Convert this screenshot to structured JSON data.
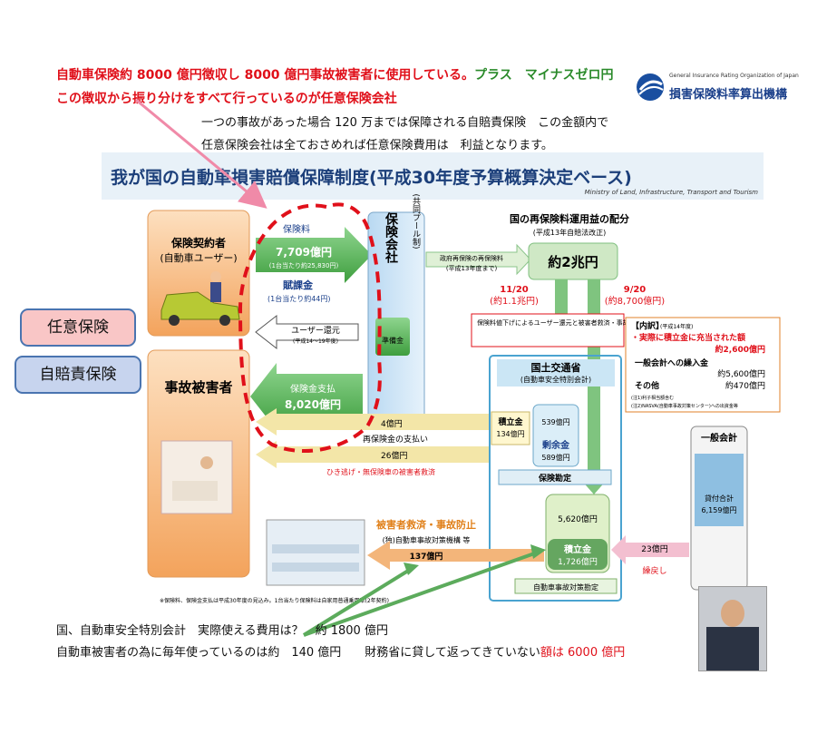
{
  "top_annotation": {
    "line1_red": "自動車保険約 8000 億円徴収し 8000 億円事故被害者に使用している。",
    "line1_green": "プラス　マイナスゼロ円",
    "line2_red": "この徴収から振り分けをすべて行っているのが任意保険会社",
    "line3": "一つの事故があった場合 120 万までは保障される自賠責保険　この金額内で",
    "line4": "任意保険会社は全ておさめれば任意保険費用は　利益となります。"
  },
  "logo": {
    "org_en": "General Insurance Rating Organization of Japan",
    "org_jp": "損害保険料率算出機構"
  },
  "tags": {
    "voluntary": "任意保険",
    "compulsory": "自賠責保険"
  },
  "diagram": {
    "title": "我が国の自動車損害賠償保障制度(平成30年度予算概算決定ベース)",
    "ministry": "Ministry of Land, Infrastructure, Transport and Tourism",
    "policyholder": "保険契約者",
    "policyholder_sub": "(自動車ユーザー)",
    "premium_label": "保険料",
    "premium_value": "7,709億円",
    "premium_note": "(1台当たり約25,830円)",
    "levy_label": "賦課金",
    "levy_note": "(1台当たり約44円)",
    "user_refund": "ユーザー還元",
    "user_refund_note": "(平成14〜19年度)",
    "insurer_vertical": "保険会社",
    "pool_vertical": "(共同プール制)",
    "reserve_small": "準備金",
    "victim": "事故被害者",
    "payout_label": "保険金支払",
    "payout_value": "8,020億円",
    "govt_payment_value": "4億円",
    "govt_payment_label": "再保険金の支払い",
    "hitnrun_value": "26億円",
    "hitnrun_label": "ひき逃げ・無保険車の被害者救済",
    "reinsurance_title": "国の再保険料運用益の配分",
    "reinsurance_sub": "(平成13年自賠法改正)",
    "reinsurance_flow": "政府再保険の再保険料",
    "reinsurance_flow_sub": "(平成13年度まで)",
    "about2tril": "約2兆円",
    "date1": "11/20",
    "date1_value": "(約1.1兆円)",
    "date2": "9/20",
    "date2_value": "(約8,700億円)",
    "refund_note": "保険料値下げによるユーザー還元と被害者救済・事故防止対策のための積立金とにバランス良く配分",
    "breakdown_title": "【内訳】",
    "breakdown_title_note": "(平成14年度)",
    "breakdown_actual": "・実際に積立金に充当された額",
    "breakdown_actual_value": "約2,600億円",
    "breakdown_general": "一般会計への繰入金",
    "breakdown_general_value": "約5,600億円",
    "breakdown_other": "その他",
    "breakdown_other_value": "約470億円",
    "breakdown_note1": "(注1)利子相当額含む",
    "breakdown_note2": "(注2)NASVA(自動車事故対策センター)への出資金等",
    "mlit": "国土交通省",
    "mlit_sub": "(自動車安全特別会計)",
    "reserve_fund_label": "積立金",
    "reserve_fund_value": "134億円",
    "cyl1_top": "539億円",
    "surplus_label": "剰余金",
    "surplus_value": "589億円",
    "insurance_account": "保険勘定",
    "general_account": "一般会計",
    "loan_label": "貸付合計",
    "loan_value": "6,159億円",
    "cyl2_top": "5,620億円",
    "big_reserve_label": "積立金",
    "big_reserve_value": "1,726億円",
    "repay_value": "23億円",
    "repay_label": "繰戻し",
    "accident_account": "自動車事故対策勘定",
    "relief_title": "被害者救済・事故防止",
    "relief_org": "(独)自動車事故対策機構 等",
    "relief_value": "137億円",
    "footnote": "※保険料、保険金支払は平成30年度の見込み。1台当たり保険料は自家用普通乗用車(2年契約)"
  },
  "bottom_annotation": {
    "line1": "国、自動車安全特別会計　実際使える費用は？　約 1800 億円",
    "line2_black": "自動車被害者の為に毎年使っているのは約　140 億円　　財務省に貸して返ってきていない",
    "line2_red": "額は 6000 億円"
  },
  "colors": {
    "red": "#e0101a",
    "green_arrow": "#4caf50",
    "orange": "#f4a460",
    "pink_tag": "#f9c6c6",
    "blue_tag": "#c7d4ee"
  },
  "icons": [
    "logo-swirl-icon",
    "car-icon",
    "person-icon",
    "hospital-photo",
    "ward-photo",
    "speaker-photo"
  ]
}
